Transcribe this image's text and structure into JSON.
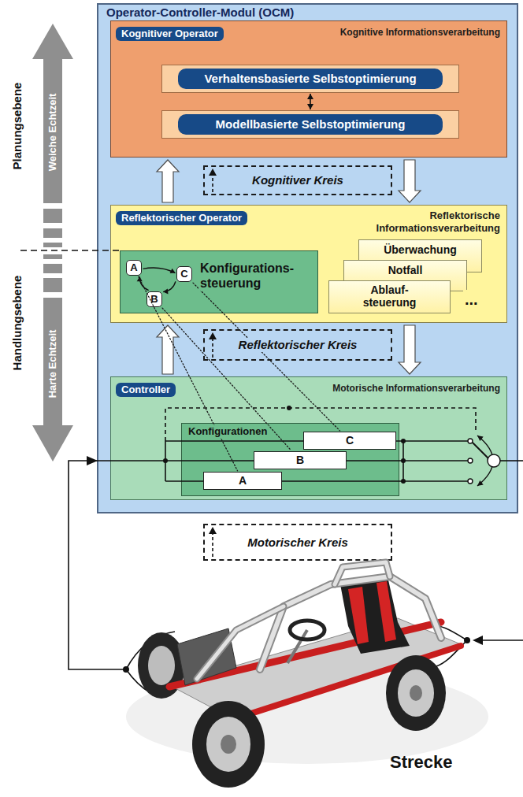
{
  "diagram": {
    "nodes": [
      {
        "text": [
          "Operator-Controller-Modul (OCM)"
        ]
      },
      {
        "text": [
          "Kognitiver Operator",
          "Kognitive Informationsverarbeitung"
        ],
        "in": 0
      },
      {
        "text": [
          "Verhaltensbasierte Selbstoptimierung"
        ],
        "in": 1
      },
      {
        "text": [
          "Modellbasierte Selbstoptimierung"
        ],
        "in": 1
      },
      {
        "text": [
          "Kognitiver Kreis"
        ],
        "in": 0
      },
      {
        "text": [
          "Reflektorischer Operator",
          "Reflektorische Informationsverarbeitung"
        ],
        "in": 0
      },
      {
        "text": [
          "Konfigurations- steuerung"
        ],
        "in": 5
      },
      {
        "text": [
          "A"
        ],
        "in": 6
      },
      {
        "text": [
          "C"
        ],
        "in": 6
      },
      {
        "text": [
          "B"
        ],
        "in": 6
      },
      {
        "text": [
          "Überwachung"
        ],
        "in": 5
      },
      {
        "text": [
          "Notfall"
        ],
        "in": 5
      },
      {
        "text": [
          "Ablauf- steuerung"
        ],
        "in": 5
      },
      {
        "text": [
          "Reflektorischer Kreis"
        ],
        "in": 0
      },
      {
        "text": [
          "Controller",
          "Motorische Informationsverarbeitung"
        ],
        "in": 0
      },
      {
        "text": [
          "Konfigurationen"
        ],
        "in": 14
      },
      {
        "text": [
          "C"
        ],
        "in": 15
      },
      {
        "text": [
          "B"
        ],
        "in": 15
      },
      {
        "text": [
          "A"
        ],
        "in": 15
      },
      {
        "text": [
          "Motorischer Kreis"
        ]
      }
    ],
    "edges": [
      {
        "from": 2,
        "to": 3,
        "arrow": "both"
      },
      {
        "from": 5,
        "to": 1,
        "arrow": "to"
      },
      {
        "from": 1,
        "to": 5,
        "arrow": "to"
      },
      {
        "from": 14,
        "to": 5,
        "arrow": "to"
      },
      {
        "from": 5,
        "to": 14,
        "arrow": "to"
      },
      {
        "from": 7,
        "to": 8,
        "arrow": "to"
      },
      {
        "from": 8,
        "to": 9,
        "arrow": "to"
      },
      {
        "from": 9,
        "to": 7,
        "arrow": "to"
      },
      {
        "from": 7,
        "to": 18,
        "arrow": "none"
      },
      {
        "from": 9,
        "to": 17,
        "arrow": "none"
      },
      {
        "from": 8,
        "to": 16,
        "arrow": "none"
      }
    ],
    "labels": [
      "Planungsebene",
      "Weiche Echtzeit",
      "Handlungsebene",
      "Harte Echtzeit",
      "...",
      "Strecke"
    ]
  }
}
